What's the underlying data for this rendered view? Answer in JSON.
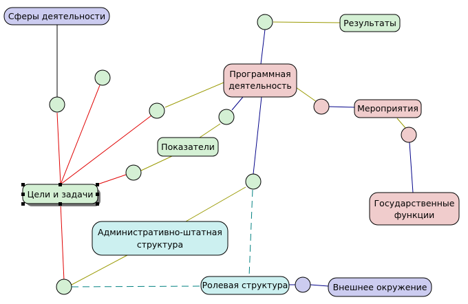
{
  "colors": {
    "blue_box": "#ccccf0",
    "green_box": "#d4f0d4",
    "pink_box": "#f0cccc",
    "cyan_box": "#ccf0f0",
    "green_circle": "#d4f0d4",
    "pink_circle": "#f0cccc",
    "blue_circle": "#ccccf0",
    "edge_black": "#000000",
    "edge_red": "#e00000",
    "edge_olive": "#999900",
    "edge_navy": "#000088",
    "edge_teal_dashed": "#008080"
  },
  "nodes": {
    "spheres": "Сферы деятельности",
    "goals": "Цели и задачи",
    "program_line1": "Программная",
    "program_line2": "деятельность",
    "results": "Результаты",
    "indicators": "Показатели",
    "events": "Мероприятия",
    "functions_line1": "Государственные",
    "functions_line2": "функции",
    "admin_line1": "Административно-штатная",
    "admin_line2": "структура",
    "role": "Ролевая структура",
    "external": "Внешнее окружение"
  }
}
